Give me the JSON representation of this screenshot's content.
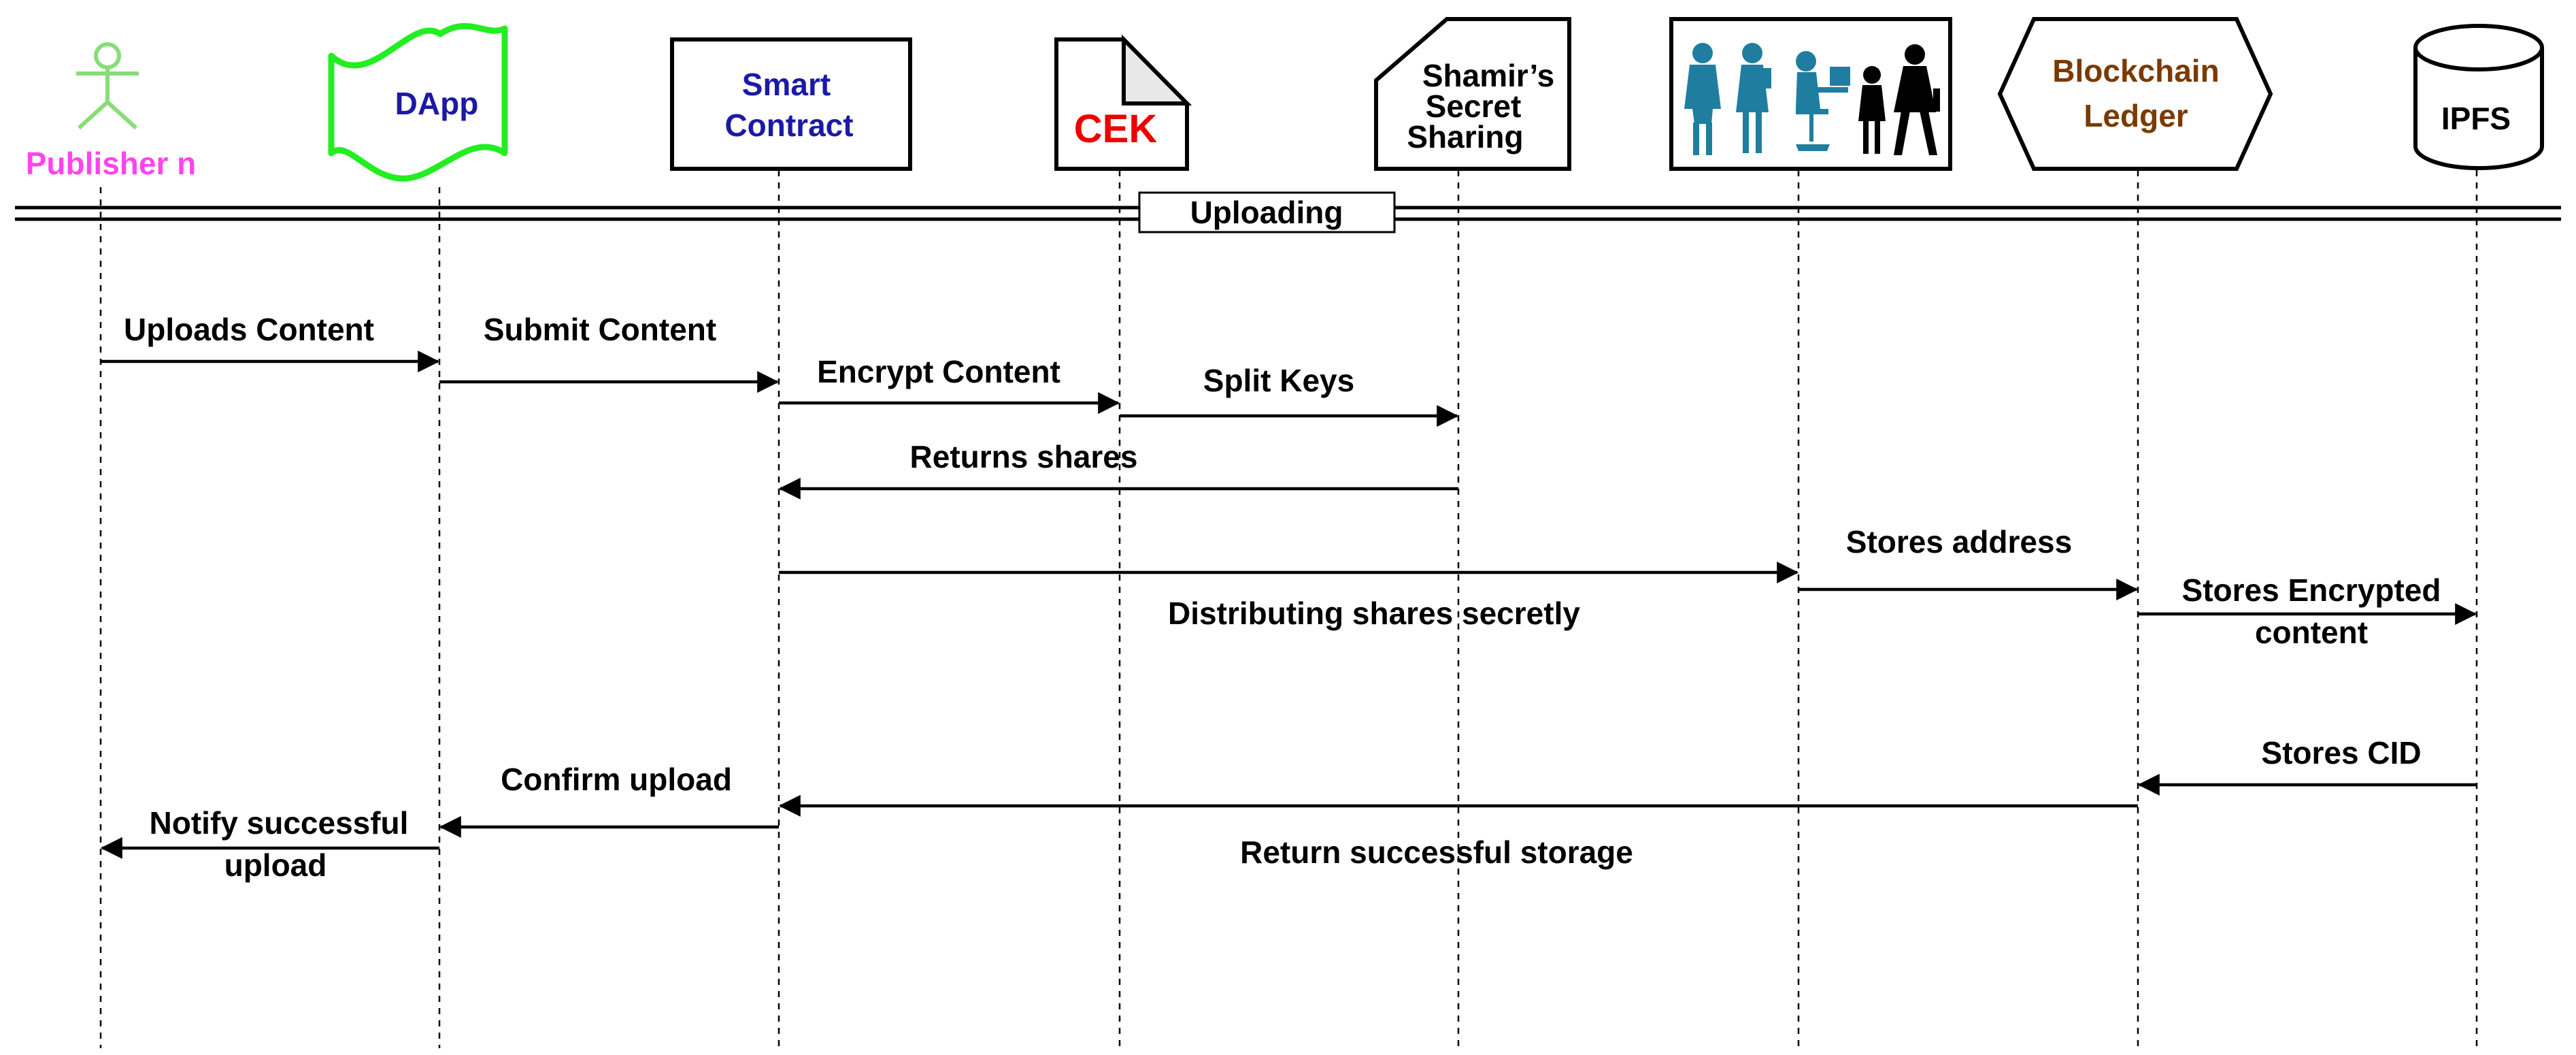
{
  "colors": {
    "publisher": "#ff44ee",
    "actor_stroke": "#88dd77",
    "dapp_stroke": "#22ee22",
    "blue_text": "#1a1aa6",
    "cek_red": "#ee0000",
    "brown_text": "#7a3a00",
    "people_teal": "#1f7ea0"
  },
  "participants": {
    "publisher": {
      "label": "Publisher n",
      "icon": "actor-icon"
    },
    "dapp": {
      "label": "DApp"
    },
    "smart_contract": {
      "line1": "Smart",
      "line2": "Contract"
    },
    "cek": {
      "label": "CEK",
      "icon": "document-icon"
    },
    "shamir": {
      "line1": "Shamir’s",
      "line2": "Secret",
      "line3": "Sharing"
    },
    "shareholders": {
      "icon": "people-icon"
    },
    "blockchain": {
      "line1": "Blockchain",
      "line2": "Ledger"
    },
    "ipfs": {
      "label": "IPFS",
      "icon": "database-icon"
    }
  },
  "section": {
    "label": "Uploading"
  },
  "messages": {
    "uploads_content": "Uploads Content",
    "submit_content": "Submit Content",
    "encrypt_content": "Encrypt Content",
    "split_keys": "Split Keys",
    "returns_shares": "Returns shares",
    "distributing_shares": "Distributing shares secretly",
    "stores_address": "Stores address",
    "stores_encrypted_1": "Stores Encrypted",
    "stores_encrypted_2": "content",
    "stores_cid": "Stores CID",
    "return_storage": "Return successful storage",
    "confirm_upload": "Confirm upload",
    "notify_1": "Notify successful",
    "notify_2": "upload"
  }
}
